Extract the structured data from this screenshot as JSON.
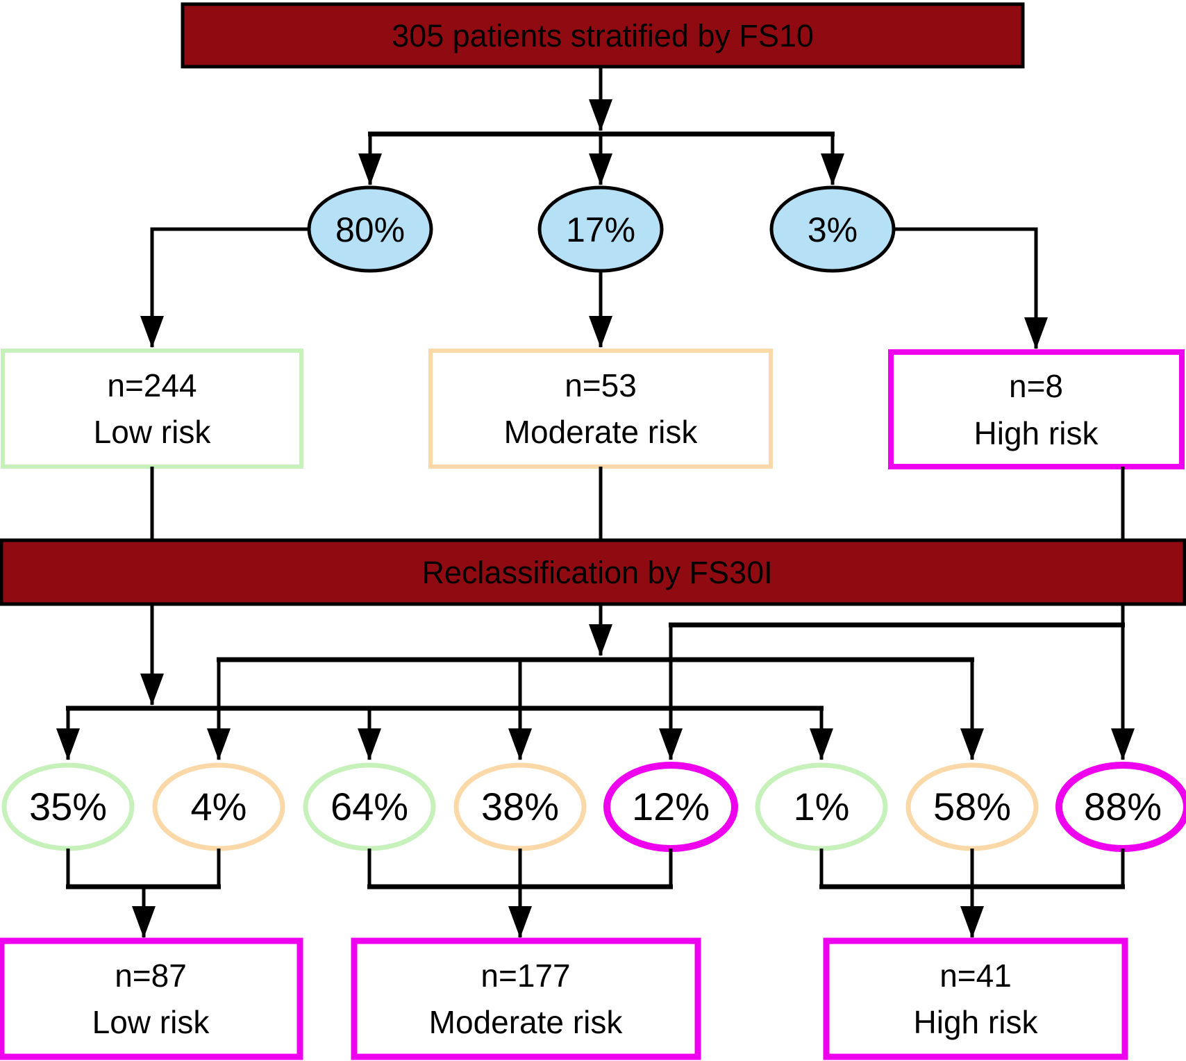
{
  "banners": {
    "fs10": "305 patients stratified by FS10",
    "fs30i": "Reclassification by FS30I"
  },
  "colors": {
    "banner_red": "#8F0B11",
    "node_blue": "#B6E0F6",
    "low_risk_green": "#C7F1BB",
    "moderate_risk_orange": "#FAD8A8",
    "high_risk_magenta": "#EE00EE",
    "line": "#000000",
    "banner_text": "#FFFFFF"
  },
  "fs10_groups": [
    {
      "percent": "80%",
      "n": "n=244",
      "label": "Low risk",
      "border": "#C7F1BB"
    },
    {
      "percent": "17%",
      "n": "n=53",
      "label": "Moderate risk",
      "border": "#FAD8A8"
    },
    {
      "percent": "3%",
      "n": "n=8",
      "label": "High risk",
      "border": "#EE00EE"
    }
  ],
  "fs30i_percents": [
    {
      "value": "35%",
      "border": "#C7F1BB"
    },
    {
      "value": "4%",
      "border": "#FAD8A8"
    },
    {
      "value": "64%",
      "border": "#C7F1BB"
    },
    {
      "value": "38%",
      "border": "#FAD8A8"
    },
    {
      "value": "12%",
      "border": "#EE00EE"
    },
    {
      "value": "1%",
      "border": "#C7F1BB"
    },
    {
      "value": "58%",
      "border": "#FAD8A8"
    },
    {
      "value": "88%",
      "border": "#EE00EE"
    }
  ],
  "final_groups": [
    {
      "n": "n=87",
      "label": "Low risk"
    },
    {
      "n": "n=177",
      "label": "Moderate risk"
    },
    {
      "n": "n=41",
      "label": "High risk"
    }
  ]
}
